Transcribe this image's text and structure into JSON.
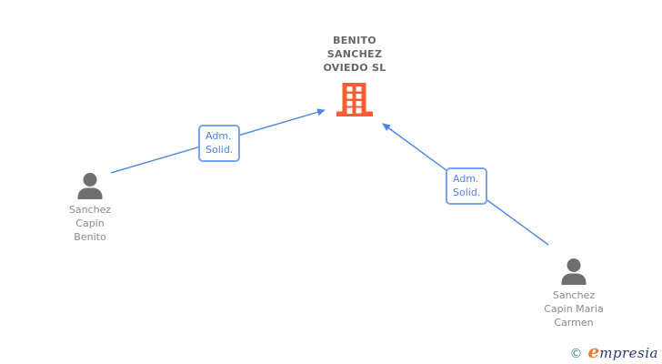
{
  "diagram": {
    "company": {
      "name": "BENITO SANCHEZ OVIEDO SL",
      "name_lines": [
        "BENITO",
        "SANCHEZ",
        "OVIEDO SL"
      ]
    },
    "persons": [
      {
        "name": "Sanchez Capin Benito",
        "name_lines": [
          "Sanchez",
          "Capin",
          "Benito"
        ]
      },
      {
        "name": "Sanchez Capin Maria Carmen",
        "name_lines": [
          "Sanchez",
          "Capin Maria",
          "Carmen"
        ]
      }
    ],
    "relations": [
      {
        "type": "Adm. Solid.",
        "label_lines": [
          "Adm.",
          "Solid."
        ],
        "from": "Sanchez Capin Benito",
        "to": "BENITO SANCHEZ OVIEDO SL"
      },
      {
        "type": "Adm. Solid.",
        "label_lines": [
          "Adm.",
          "Solid."
        ],
        "from": "Sanchez Capin Maria Carmen",
        "to": "BENITO SANCHEZ OVIEDO SL"
      }
    ]
  },
  "footer": {
    "logo": {
      "copyright": "©",
      "brand_e": "e",
      "brand_rest": "mpresia"
    }
  },
  "colors": {
    "building-orange": "#f85d36",
    "person-gray": "#6f6f6f",
    "company-text": "#666666",
    "person-text": "#8a8a8a",
    "arrow-blue": "#4a86e8",
    "label-border": "#7aa4f0",
    "label-text": "#4a86e8",
    "logo-copyright": "#3d7e9a",
    "logo-e": "#ef7f2e",
    "logo-text": "#2b3674"
  }
}
